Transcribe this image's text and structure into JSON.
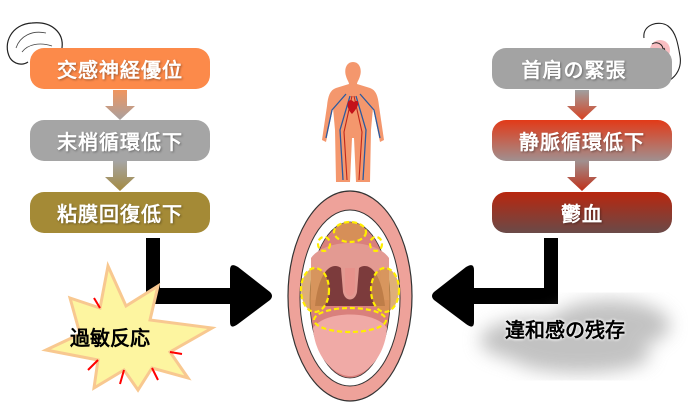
{
  "left_chain": {
    "steps": [
      "交感神経優位",
      "末梢循環低下",
      "粘膜回復低下"
    ],
    "result": "過敏反応",
    "colors": [
      "#fc8a4a",
      "#a5a5a5",
      "#a48a36"
    ]
  },
  "right_chain": {
    "steps": [
      "首肩の緊張",
      "静脈循環低下",
      "鬱血"
    ],
    "result": "違和感の残存",
    "colors": [
      "#a3a3a3",
      "#e23a18",
      "#b8260e"
    ]
  },
  "icons": [
    "brain-icon",
    "neck-pain-icon",
    "circulatory-body-icon",
    "open-mouth-icon",
    "burst-icon",
    "cloud-icon"
  ]
}
